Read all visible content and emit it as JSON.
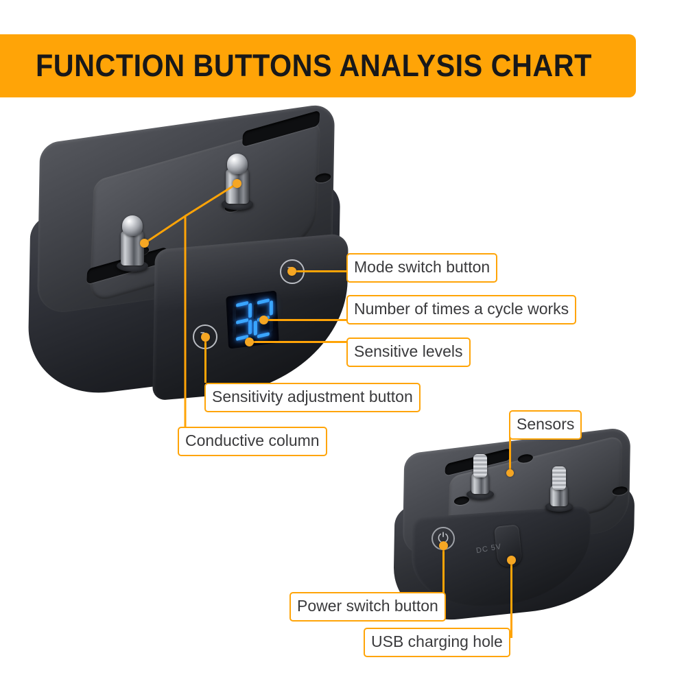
{
  "page": {
    "background": "#ffffff",
    "accent_color": "#ffa407",
    "label_text_color": "#3a3a3c"
  },
  "header": {
    "title": "FUNCTION BUTTONS ANALYSIS CHART",
    "background_color": "#ffa407",
    "text_color": "#18181a"
  },
  "callouts": [
    {
      "id": "mode-switch-button",
      "label": "Mode switch button"
    },
    {
      "id": "number-of-times-cycle-works",
      "label": "Number of times a cycle works"
    },
    {
      "id": "sensitive-levels",
      "label": "Sensitive levels"
    },
    {
      "id": "sensitivity-adjustment",
      "label": "Sensitivity adjustment button"
    },
    {
      "id": "conductive-column",
      "label": "Conductive column"
    },
    {
      "id": "sensors",
      "label": "Sensors"
    },
    {
      "id": "power-switch-button",
      "label": "Power switch button"
    },
    {
      "id": "usb-charging-hole",
      "label": "USB charging hole"
    }
  ],
  "devices": {
    "main": {
      "name": "bark-collar-receiver-front-view",
      "display_value": "32",
      "display_color": "#3ba7ff",
      "body_color": "#2c2e33",
      "buttons": [
        {
          "name": "mode-switch-button",
          "glyph": "↻"
        },
        {
          "name": "sensitivity-adjustment-button",
          "glyph": "↻"
        }
      ]
    },
    "second": {
      "name": "bark-collar-receiver-rear-view",
      "body_color": "#2c2e33",
      "port_label": "DC 5V",
      "buttons": [
        {
          "name": "power-switch-button",
          "glyph": "⏻"
        }
      ]
    }
  }
}
